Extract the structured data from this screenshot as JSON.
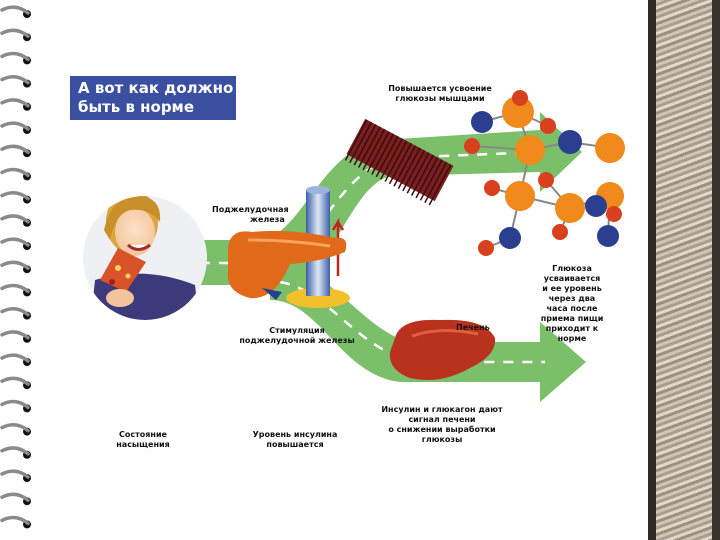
{
  "title": {
    "line1": "А вот как должно",
    "line2": "быть в норме"
  },
  "labels": {
    "muscles_line1": "Повышается усвоение",
    "muscles_line2": "глюкозы мышцами",
    "pancreas_line1": "Поджелудочная",
    "pancreas_line2": "железа",
    "stimulation_line1": "Стимуляция",
    "stimulation_line2": "поджелудочной железы",
    "liver": "Печень",
    "glucose_line1": "Глюкоза",
    "glucose_line2": "усваивается",
    "glucose_line3": "и ее уровень",
    "glucose_line4": "через два",
    "glucose_line5": "часа после",
    "glucose_line6": "приема пищи",
    "glucose_line7": "приходит к",
    "glucose_line8": "норме",
    "insulin_signal_line1": "Инсулин и глюкагон дают",
    "insulin_signal_line2": "сигнал печени",
    "insulin_signal_line3": "о снижении выработки",
    "insulin_signal_line4": "глюкозы",
    "satiety_line1": "Состояние",
    "satiety_line2": "насыщения",
    "insulin_level_line1": "Уровень инсулина",
    "insulin_level_line2": "повышается"
  },
  "colors": {
    "title_bg": "#3a4fa0",
    "arrow_green": "#7cbf6a",
    "molecule_orange": "#f08a1c",
    "molecule_blue": "#2a3f8f",
    "molecule_red": "#d9401e",
    "liver": "#b8321e",
    "pancreas": "#e06a1a",
    "muscle": "#7a1f1f"
  },
  "icons": {
    "spiral": "spiral-binding-icon",
    "woman": "woman-eating-icon",
    "pancreas": "pancreas-icon",
    "liver": "liver-icon",
    "muscle": "muscle-fiber-icon",
    "molecule": "glucose-molecule-icon",
    "column": "insulin-column-icon"
  }
}
